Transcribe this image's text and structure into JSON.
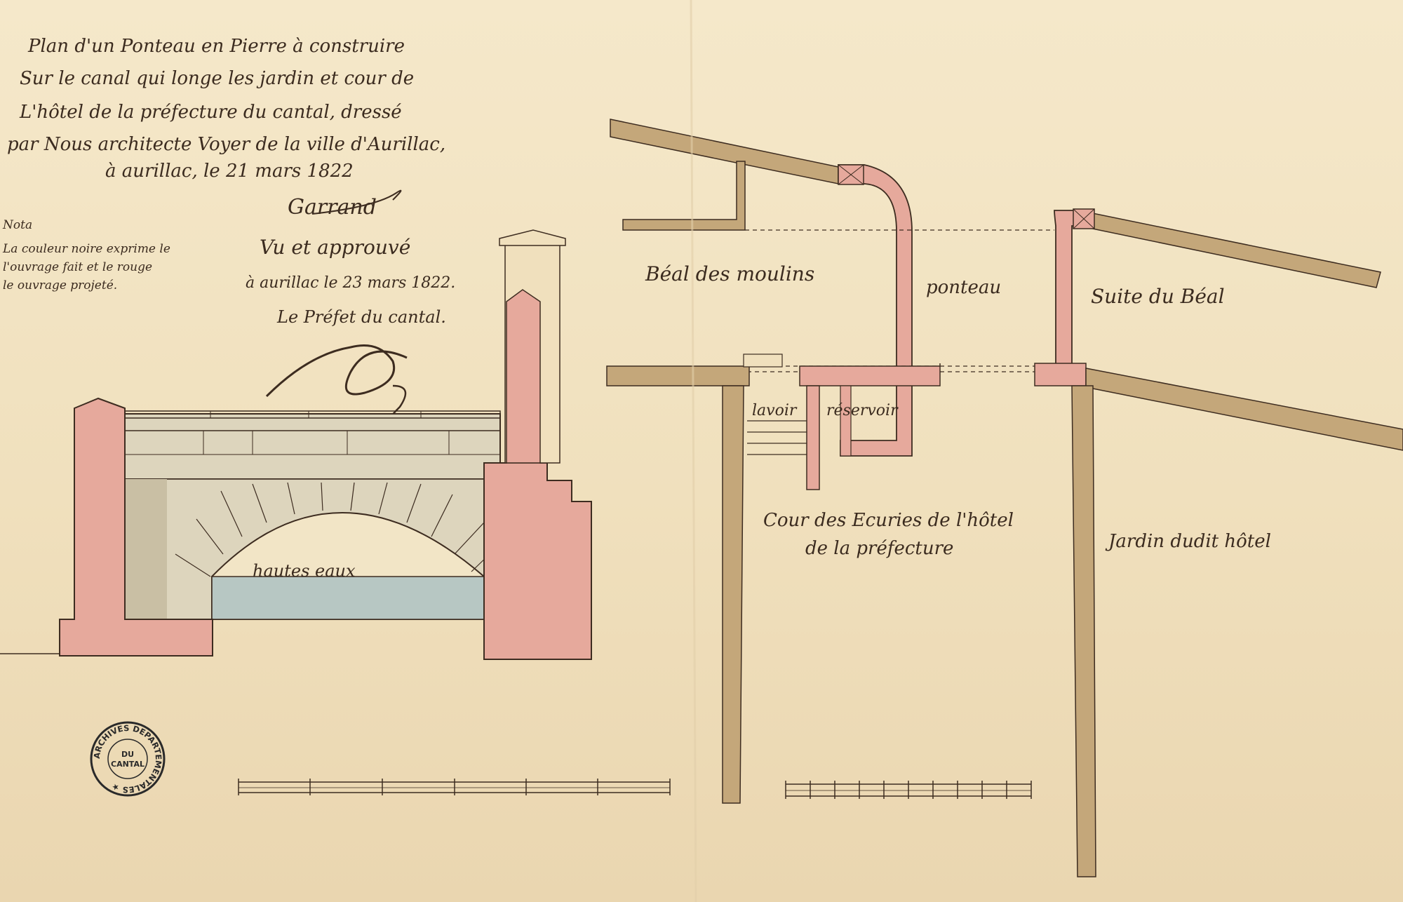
{
  "title_block": {
    "lines": [
      "Plan d'un Ponteau en Pierre à construire",
      "Sur le canal qui longe les jardin et cour de",
      "L'hôtel de la préfecture du cantal, dressé",
      "par Nous architecte Voyer de la ville d'Aurillac,",
      "à aurillac, le 21 mars 1822"
    ],
    "signature": "Garrand"
  },
  "note": {
    "lines": [
      "Nota",
      "La couleur noire exprime le",
      "l'ouvrage fait et le rouge",
      "le ouvrage projeté."
    ]
  },
  "approval": {
    "lines": [
      "Vu et approuvé",
      "à aurillac le 23 mars 1822.",
      "Le Préfet du cantal."
    ]
  },
  "plan_labels": {
    "beal": "Béal des moulins",
    "ponteau": "ponteau",
    "suite": "Suite du Béal",
    "lavoir": "lavoir",
    "reservoir": "réservoir",
    "cour_line1": "Cour des Ecuries de l'hôtel",
    "cour_line2": "de la préfecture",
    "jardin": "Jardin dudit hôtel",
    "hautes_eaux": "hautes eaux"
  },
  "stamp": {
    "outer": "ARCHIVES DEPARTEMENTALES ★",
    "inner_line1": "DU",
    "inner_line2": "CANTAL"
  },
  "colors": {
    "paper": "#f1e3c3",
    "ink": "#3d2c20",
    "proposed_pink": "#e6a99c",
    "existing_ochre": "#c4a77a",
    "water_blue": "#b7c7c3",
    "stone_grey": "#ddd5bd"
  }
}
